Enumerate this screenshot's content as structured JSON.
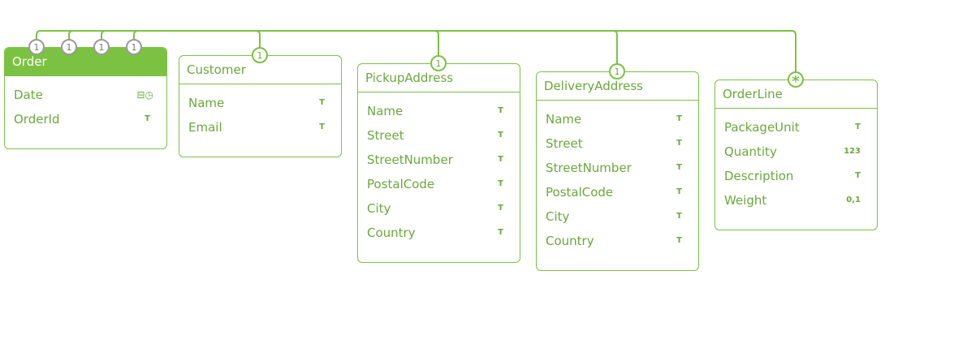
{
  "diagram": {
    "accent_color": "#7cc242",
    "text_color": "#6aa83b",
    "badge_gray": "#9a9a9a",
    "entities": [
      {
        "id": "order",
        "name": "Order",
        "root": true,
        "fields": [
          {
            "name": "Date",
            "type_icon": "date-time-icon",
            "type_glyph": "⊟◷"
          },
          {
            "name": "OrderId",
            "type_icon": "text-type-icon",
            "type_glyph": "T"
          }
        ]
      },
      {
        "id": "customer",
        "name": "Customer",
        "fields": [
          {
            "name": "Name",
            "type_icon": "text-type-icon",
            "type_glyph": "T"
          },
          {
            "name": "Email",
            "type_icon": "text-type-icon",
            "type_glyph": "T"
          }
        ]
      },
      {
        "id": "pickup-address",
        "name": "PickupAddress",
        "fields": [
          {
            "name": "Name",
            "type_icon": "text-type-icon",
            "type_glyph": "T"
          },
          {
            "name": "Street",
            "type_icon": "text-type-icon",
            "type_glyph": "T"
          },
          {
            "name": "StreetNumber",
            "type_icon": "text-type-icon",
            "type_glyph": "T"
          },
          {
            "name": "PostalCode",
            "type_icon": "text-type-icon",
            "type_glyph": "T"
          },
          {
            "name": "City",
            "type_icon": "text-type-icon",
            "type_glyph": "T"
          },
          {
            "name": "Country",
            "type_icon": "text-type-icon",
            "type_glyph": "T"
          }
        ]
      },
      {
        "id": "delivery-address",
        "name": "DeliveryAddress",
        "fields": [
          {
            "name": "Name",
            "type_icon": "text-type-icon",
            "type_glyph": "T"
          },
          {
            "name": "Street",
            "type_icon": "text-type-icon",
            "type_glyph": "T"
          },
          {
            "name": "StreetNumber",
            "type_icon": "text-type-icon",
            "type_glyph": "T"
          },
          {
            "name": "PostalCode",
            "type_icon": "text-type-icon",
            "type_glyph": "T"
          },
          {
            "name": "City",
            "type_icon": "text-type-icon",
            "type_glyph": "T"
          },
          {
            "name": "Country",
            "type_icon": "text-type-icon",
            "type_glyph": "T"
          }
        ]
      },
      {
        "id": "order-line",
        "name": "OrderLine",
        "fields": [
          {
            "name": "PackageUnit",
            "type_icon": "text-type-icon",
            "type_glyph": "T"
          },
          {
            "name": "Quantity",
            "type_icon": "integer-type-icon",
            "type_glyph": "123"
          },
          {
            "name": "Description",
            "type_icon": "text-type-icon",
            "type_glyph": "T"
          },
          {
            "name": "Weight",
            "type_icon": "decimal-type-icon",
            "type_glyph": "0,1"
          }
        ]
      }
    ],
    "relations": [
      {
        "from": "order",
        "to": "customer",
        "source_cardinality": "1",
        "target_cardinality": "1"
      },
      {
        "from": "order",
        "to": "pickup-address",
        "source_cardinality": "1",
        "target_cardinality": "1"
      },
      {
        "from": "order",
        "to": "delivery-address",
        "source_cardinality": "1",
        "target_cardinality": "1"
      },
      {
        "from": "order",
        "to": "order-line",
        "source_cardinality": "1",
        "target_cardinality": "*"
      }
    ]
  }
}
